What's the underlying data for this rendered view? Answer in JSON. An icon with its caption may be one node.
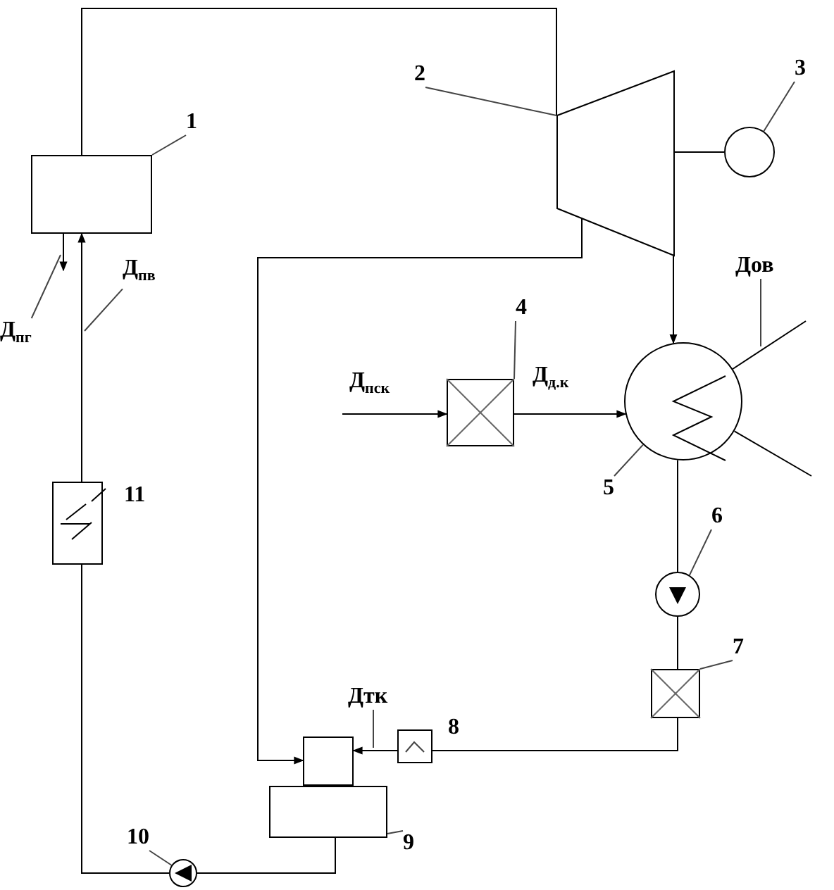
{
  "diagram": {
    "nodes": [
      {
        "text": [],
        "shape": "box"
      },
      {
        "text": [],
        "shape": "trapezoid"
      },
      {
        "text": [],
        "shape": "circle"
      },
      {
        "text": [],
        "shape": "box"
      },
      {
        "text": [],
        "shape": "circle"
      },
      {
        "text": [],
        "shape": "circle"
      },
      {
        "text": [],
        "shape": "box"
      },
      {
        "text": [],
        "shape": "box"
      },
      {
        "text": [],
        "shape": "box"
      },
      {
        "text": [],
        "shape": "box"
      },
      {
        "text": [],
        "shape": "circle"
      },
      {
        "text": [],
        "shape": "box"
      },
      {
        "text": [
          "1"
        ]
      },
      {
        "text": [
          "2"
        ]
      },
      {
        "text": [
          "3"
        ]
      },
      {
        "text": [
          "4"
        ]
      },
      {
        "text": [
          "5"
        ]
      },
      {
        "text": [
          "6"
        ]
      },
      {
        "text": [
          "7"
        ]
      },
      {
        "text": [
          "9"
        ]
      },
      {
        "text": [
          "10"
        ]
      },
      {
        "text": [
          "Д$_{пг}$"
        ]
      },
      {
        "text": [
          "Д$_{пв}$"
        ]
      },
      {
        "text": [
          "Дов"
        ]
      },
      {
        "text": [
          "Дтк"
        ]
      }
    ],
    "edges": [
      {
        "from": 0,
        "to": 1,
        "arrow": "none"
      },
      {
        "from": 1,
        "to": 2,
        "arrow": "none"
      },
      {
        "from": 1,
        "to": 8,
        "arrow": "to"
      },
      {
        "from": 1,
        "to": 4,
        "arrow": "to"
      },
      {
        "from": null,
        "to": 3,
        "arrow": "to",
        "label": "Д$_{пск}$"
      },
      {
        "from": 3,
        "to": 4,
        "arrow": "to",
        "label": "Д$_{д.к}$"
      },
      {
        "from": 4,
        "to": 5,
        "arrow": "none"
      },
      {
        "from": 5,
        "to": 6,
        "arrow": "none"
      },
      {
        "from": 6,
        "to": 7,
        "arrow": "none"
      },
      {
        "from": 7,
        "to": 8,
        "arrow": "to"
      },
      {
        "from": 9,
        "to": 10,
        "arrow": "none"
      },
      {
        "from": 10,
        "to": 11,
        "arrow": "none"
      },
      {
        "from": 11,
        "to": 0,
        "arrow": "to"
      },
      {
        "from": 0,
        "to": null,
        "arrow": "to"
      },
      {
        "from": 4,
        "to": null,
        "arrow": "none"
      },
      {
        "from": 4,
        "to": null,
        "arrow": "none"
      },
      {
        "from": 12,
        "to": 0,
        "arrow": "none"
      },
      {
        "from": 13,
        "to": 1,
        "arrow": "none"
      },
      {
        "from": 14,
        "to": 2,
        "arrow": "none"
      },
      {
        "from": 15,
        "to": 3,
        "arrow": "none"
      },
      {
        "from": 16,
        "to": 4,
        "arrow": "none"
      },
      {
        "from": 17,
        "to": 5,
        "arrow": "none"
      },
      {
        "from": 18,
        "to": 6,
        "arrow": "none"
      },
      {
        "from": 19,
        "to": 9,
        "arrow": "none"
      },
      {
        "from": 20,
        "to": 10,
        "arrow": "none"
      },
      {
        "from": 21,
        "to": null,
        "arrow": "none"
      },
      {
        "from": 22,
        "to": null,
        "arrow": "none"
      },
      {
        "from": 23,
        "to": null,
        "arrow": "none"
      },
      {
        "from": 24,
        "to": null,
        "arrow": "none"
      }
    ],
    "labels": [
      "8",
      "11"
    ]
  }
}
